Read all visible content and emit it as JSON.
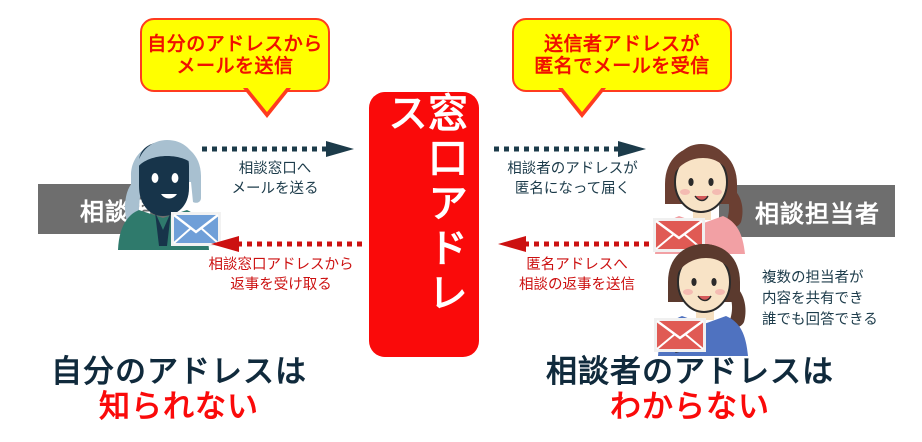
{
  "diagram": {
    "title_center": "窓口アドレス",
    "callouts": [
      {
        "id": "left-callout",
        "line1": "自分のアドレスから",
        "line2": "メールを送信"
      },
      {
        "id": "right-callout",
        "line1": "送信者アドレスが",
        "line2": "匿名でメールを受信"
      }
    ],
    "nameplates": {
      "left": "相談者",
      "right": "相談担当者"
    },
    "arrows": [
      {
        "id": "left-outbound",
        "direction": "right",
        "color": "#1c3b4a",
        "line1": "相談窓口へ",
        "line2": "メールを送る"
      },
      {
        "id": "left-inbound",
        "direction": "left",
        "color": "#cc1111",
        "line1": "相談窓口アドレスから",
        "line2": "返事を受け取る"
      },
      {
        "id": "right-inbound",
        "direction": "right",
        "color": "#1c3b4a",
        "line1": "相談者のアドレスが",
        "line2": "匿名になって届く"
      },
      {
        "id": "right-outbound",
        "direction": "left",
        "color": "#cc1111",
        "line1": "匿名アドレスへ",
        "line2": "相談の返事を送信"
      }
    ],
    "side_note": {
      "line1": "複数の担当者が",
      "line2": "内容を共有でき",
      "line3": "誰でも回答できる"
    },
    "conclusions": [
      {
        "id": "conclusion-left",
        "top": "自分のアドレスは",
        "bottom": "知られない"
      },
      {
        "id": "conclusion-right",
        "top": "相談者のアドレスは",
        "bottom": "わからない"
      }
    ],
    "colors": {
      "callout_fill": "#ffff00",
      "callout_border": "#ff3b1f",
      "callout_text": "#f01000",
      "center_panel": "#fa0a0a",
      "nameplate": "#6e6e6e",
      "navy": "#1c3b4a",
      "red": "#cc1111",
      "conclusion_navy": "#102a3c",
      "conclusion_red": "#fa0a0a"
    },
    "icons": {
      "envelope_left": "blue-envelope-icon",
      "envelope_right_1": "red-envelope-icon",
      "envelope_right_2": "red-envelope-icon"
    }
  }
}
